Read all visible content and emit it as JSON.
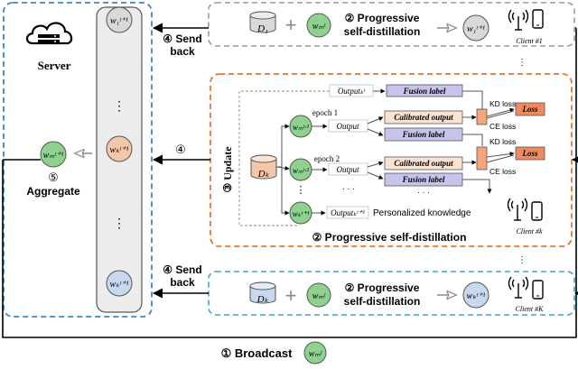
{
  "server": {
    "label": "Server"
  },
  "server_models": [
    "w₁ᵗ⁺¹",
    "⋮",
    "wₖᵗ⁺¹",
    "⋮",
    "wₖᵗ⁺¹"
  ],
  "global_model": {
    "symbol": "wₘᵗ⁺¹",
    "step": "⑤",
    "label": "Aggregate"
  },
  "flow_labels": {
    "send_back_top": [
      "④ Send",
      "back"
    ],
    "update_step": "④",
    "send_back_bottom": [
      "④ Send",
      "back"
    ],
    "broadcast": "① Broadcast",
    "broadcast_model": "wₘᵗ",
    "update": "③ Update"
  },
  "client_top": {
    "dataset": "D₁",
    "plus": "+",
    "global": "wₘᵗ",
    "step": [
      "② Progressive",
      "self-distillation"
    ],
    "result": "w₁ᵗ⁺¹",
    "client": "Client #1"
  },
  "client_mid": {
    "dataset": "Dₖ",
    "output_prev": "Outputₖᵗ",
    "fusion_label": "Fusion label",
    "epoch1": "epoch 1",
    "epoch2": "epoch 2",
    "w1": "wₘᵗ·¹",
    "w2": "wₘᵗ·²",
    "wk": "wₖᵗ⁺¹",
    "output": "Output",
    "calibrated": "Calibrated output",
    "kd_loss": "KD loss",
    "ce_loss": "CE loss",
    "loss": "Loss",
    "output_next": "Outputₖᵗ⁺¹",
    "personalized": "Personalized knowledge",
    "dots": "· · ·",
    "title": "② Progressive self-distillation",
    "client": "Client #k"
  },
  "client_bottom": {
    "dataset": "Dₖ",
    "plus": "+",
    "global": "wₘᵗ",
    "step": [
      "② Progressive",
      "self-distillation"
    ],
    "result": "wₖᵗ⁺¹",
    "client": "Client #K"
  },
  "colors": {
    "server_border": "#3a86c8",
    "client_border": "#9a9a9a",
    "client_mid_border": "#e8762c",
    "client_bottom_border": "#3aa6c8",
    "model_fill": "#d9d9d9",
    "model_green": "#8fd18f",
    "model_orange": "#f4c7a8",
    "model_blue": "#c8d8ee",
    "fusion_fill": "#c6c4ea",
    "calibrated_fill": "#fbe3d2",
    "loss_fill": "#f08a5d"
  }
}
